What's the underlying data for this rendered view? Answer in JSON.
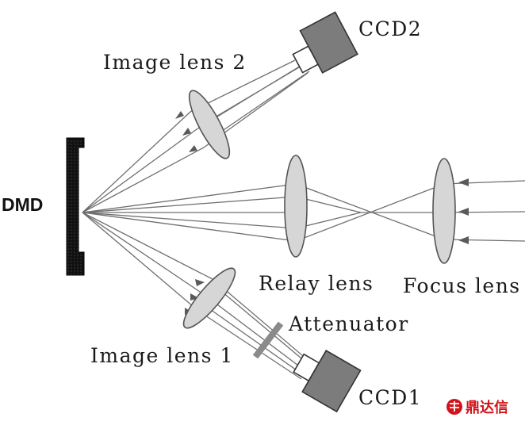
{
  "labels": {
    "dmd": "DMD",
    "image_lens_1": "Image lens 1",
    "image_lens_2": "Image lens 2",
    "relay_lens": "Relay lens",
    "focus_lens": "Focus lens",
    "attenuator": "Attenuator",
    "ccd1": "CCD1",
    "ccd2": "CCD2"
  },
  "watermark": {
    "text": "鼎达信"
  }
}
